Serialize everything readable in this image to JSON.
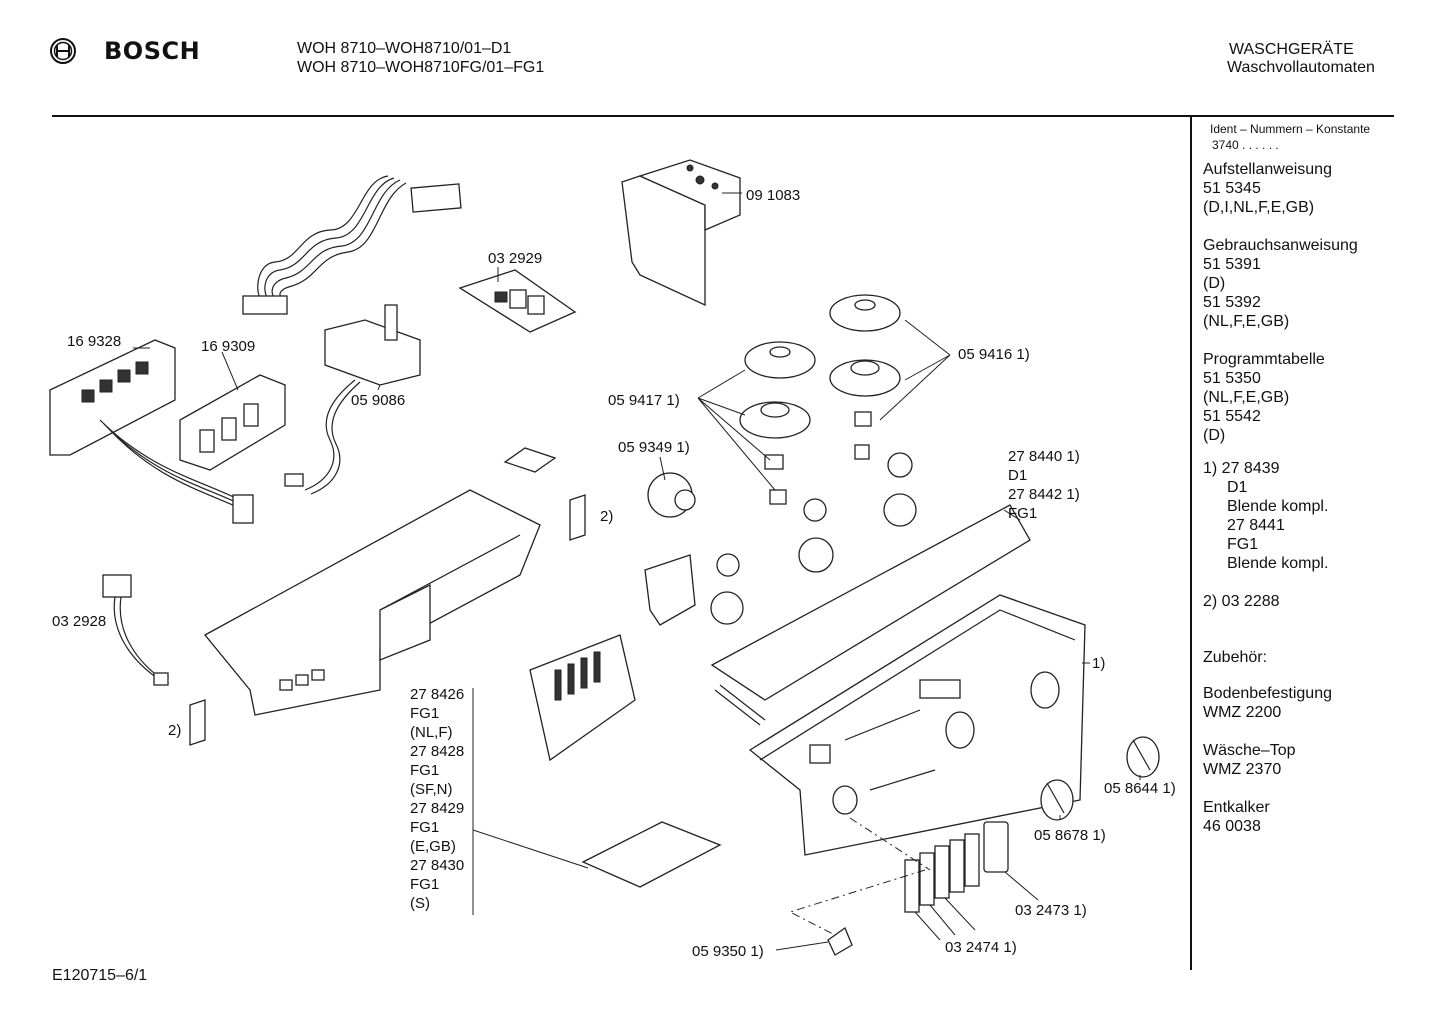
{
  "header": {
    "brand": "BOSCH",
    "model_line1": "WOH 8710–WOH8710/01–D1",
    "model_line2": "WOH 8710–WOH8710FG/01–FG1",
    "category": "WASCHGERÄTE",
    "subcategory": "Waschvollautomaten"
  },
  "footer": {
    "code": "E120715–6/1"
  },
  "sidebar": {
    "ident_title": "Ident – Nummern – Konstante",
    "ident_value": "3740 . . . . . .",
    "lines": [
      "Aufstellanweisung",
      "51 5345",
      "(D,I,NL,F,E,GB)",
      "",
      "Gebrauchsanweisung",
      "51 5391",
      "(D)",
      "51 5392",
      "(NL,F,E,GB)",
      "",
      "Programmtabelle",
      "51 5350",
      "(NL,F,E,GB)",
      "51 5542",
      "(D)",
      ""
    ],
    "note1": [
      "1)  27 8439",
      "D1",
      "Blende kompl.",
      "27 8441",
      "FG1",
      "Blende kompl."
    ],
    "note2": "2)  03 2288",
    "accessories_title": "Zubehör:",
    "accessories": [
      "Bodenbefestigung",
      "WMZ 2200",
      "",
      "Wäsche–Top",
      "WMZ 2370",
      "",
      "Entkalker",
      "46 0038"
    ]
  },
  "labels": {
    "p169328": "16 9328",
    "p169309": "16 9309",
    "p032929": "03 2929",
    "p091083": "09 1083",
    "p059086": "05 9086",
    "p059416": "05 9416 1)",
    "p059417": "05 9417 1)",
    "p059349": "05 9349 1)",
    "p278440": [
      "27 8440 1)",
      "D1",
      "27 8442 1)",
      "FG1"
    ],
    "note2a": "2)",
    "note2b": "2)",
    "p032928": "03 2928",
    "p278426": [
      "27 8426",
      "FG1",
      "(NL,F)",
      "27 8428",
      "FG1",
      "(SF,N)",
      "27 8429",
      "FG1",
      "(E,GB)",
      "27 8430",
      "FG1",
      "(S)"
    ],
    "panel1": "1)",
    "p058644": "05 8644 1)",
    "p058678": "05 8678 1)",
    "p032473": "03 2473 1)",
    "p032474": "03 2474 1)",
    "p059350": "05 9350 1)"
  }
}
